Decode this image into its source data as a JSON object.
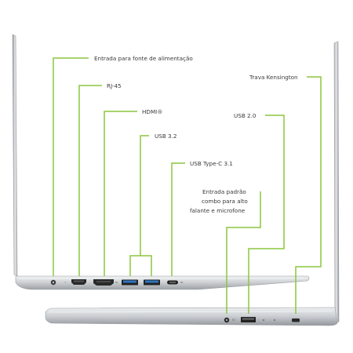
{
  "labels": {
    "power": "Entrada para fonte de alimentação",
    "rj45": "RJ-45",
    "hdmi": "HDMI®",
    "usb32": "USB 3.2",
    "usbc": "USB Type-C 3.1",
    "kensington": "Trava Kensington",
    "usb20": "USB 2.0",
    "audio_line1": "Entrada padrão",
    "audio_line2": "combo para alto",
    "audio_line3": "falante e microfone"
  },
  "colors": {
    "leader": "#8cc63f",
    "text": "#3a3a3a",
    "chassis": "#c9ccd0",
    "port": "#2a2a2a",
    "usb_blue": "#2f74c0"
  }
}
